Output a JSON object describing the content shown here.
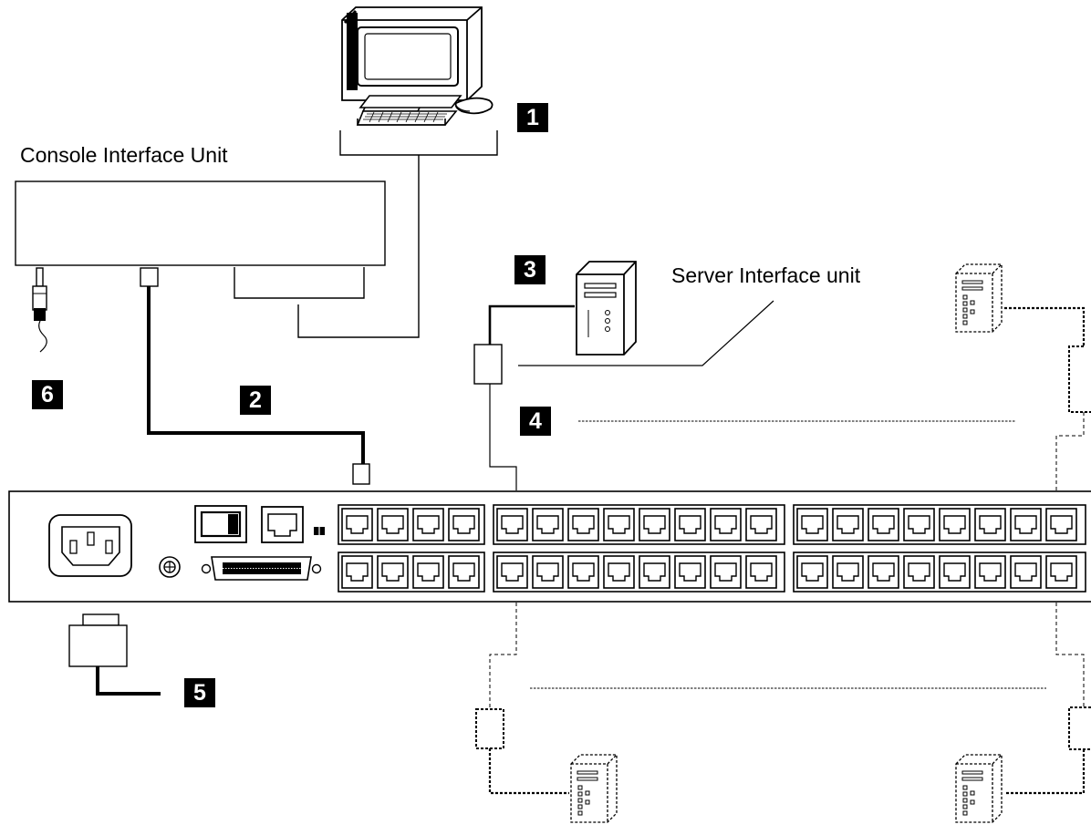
{
  "labels": {
    "console_unit": "Console Interface Unit",
    "server_unit": "Server Interface unit"
  },
  "callouts": [
    "1",
    "2",
    "3",
    "4",
    "5",
    "6"
  ]
}
